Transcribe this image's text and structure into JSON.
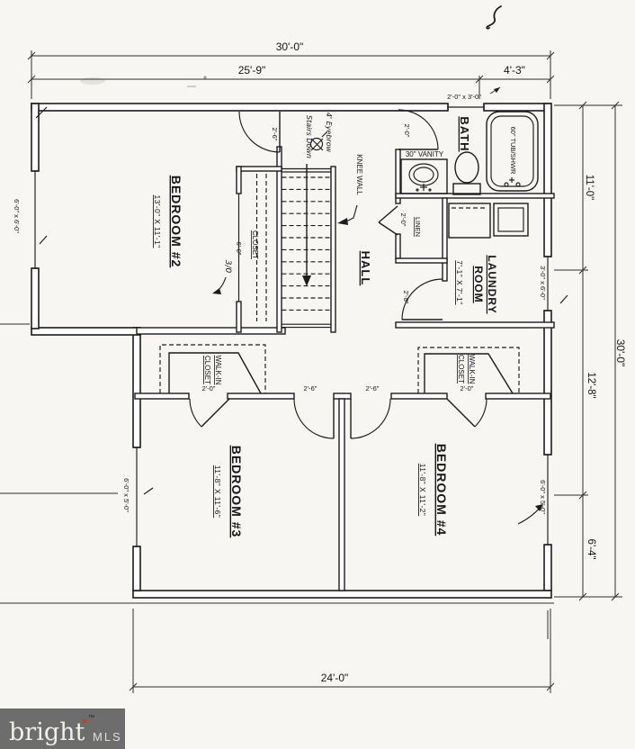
{
  "canvas": {
    "ink": "#1c1c1c",
    "paper": "#f7f6f3"
  },
  "dims": {
    "top_overall": "30'-0\"",
    "top_main": "25'-9\"",
    "top_bath": "4'-3\"",
    "right_upper": "11'-0\"",
    "right_overall": "30'-0\"",
    "right_middle": "12'-8\"",
    "right_lower": "6'-4\"",
    "bottom": "24'-0\""
  },
  "windows": {
    "bath": "2'-0\" x 3'-0\"",
    "laundry": "3'-0\" x 6'-0\"",
    "bedroom2": "6'-0\" x 6'-0\"",
    "bedroom3": "6'-0\" x 5'-0\"",
    "bedroom4": "6'-0\" x 5'-0\""
  },
  "rooms": {
    "bedroom2": {
      "name": "BEDROOM #2",
      "size": "13'-0\" X 11'-1\"",
      "door": "2'-6\""
    },
    "bedroom3": {
      "name": "BEDROOM #3",
      "size": "11'-8\" X 11'-6\"",
      "door": "2'-6\""
    },
    "bedroom4": {
      "name": "BEDROOM #4",
      "size": "11'-8\" X 11'-2\"",
      "door": "2'-6\""
    },
    "bath": {
      "name": "BATH",
      "door": "2'-0\""
    },
    "hall": {
      "name": "HALL"
    },
    "laundry": {
      "name_line1": "LAUNDRY",
      "name_line2": "ROOM",
      "size": "7'-1\" X 7'-1\"",
      "door": "2'-8\""
    },
    "linen": {
      "name": "LINEN",
      "door": "2'-0\""
    },
    "closet": {
      "name": "CLOSET",
      "width": "6'-0\"",
      "note": "3/0"
    },
    "walkin_left": {
      "name_line1": "WALK-IN",
      "name_line2": "CLOSET",
      "door": "2'-0\""
    },
    "walkin_right": {
      "name_line1": "WALK-IN",
      "name_line2": "CLOSET",
      "door": "2'-0\""
    }
  },
  "fixtures": {
    "tub": "60\" TUB/SHWR",
    "vanity": "30\" VANITY"
  },
  "annotations": {
    "stairs": "Stairs Down",
    "knee_wall": "KNEE WALL",
    "eyebrow": "4' Eyebrow"
  },
  "branding": {
    "word": "bright",
    "suffix": "MLS",
    "trademark": "™"
  }
}
